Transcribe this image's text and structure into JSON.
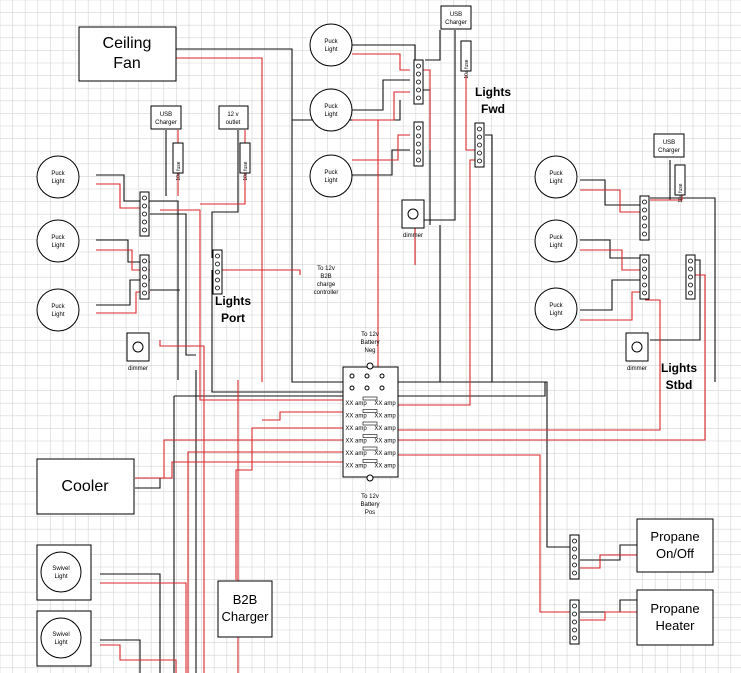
{
  "colors": {
    "grid": "#d4d4d4",
    "wire_red": "#d9262a",
    "wire_black": "#111111",
    "box_stroke": "#000000"
  },
  "ceiling_fan": [
    "Ceiling",
    "Fan"
  ],
  "usb_charger": [
    "USB",
    "Charger"
  ],
  "twelve_v_outlet": [
    "12 v",
    "outlet"
  ],
  "fuse": "10a fuse",
  "puck_light": [
    "Puck",
    "Light"
  ],
  "swivel_light": [
    "Swivel",
    "Light"
  ],
  "dimmer": "dimmer",
  "lights_port": [
    "Lights",
    "Port"
  ],
  "lights_fwd": [
    "Lights",
    "Fwd"
  ],
  "lights_stbd": [
    "Lights",
    "Stbd"
  ],
  "b2b_note": [
    "To 12v",
    "B2B",
    "charge",
    "controller"
  ],
  "battery_neg": [
    "To 12v",
    "Battery",
    "Neg"
  ],
  "battery_pos": [
    "To 12v",
    "Battery",
    "Pos"
  ],
  "fuse_amp": "XX amp",
  "cooler": "Cooler",
  "b2b_charger": [
    "B2B",
    "Charger"
  ],
  "propane_onoff": [
    "Propane",
    "On/Off"
  ],
  "propane_heater": [
    "Propane",
    "Heater"
  ]
}
